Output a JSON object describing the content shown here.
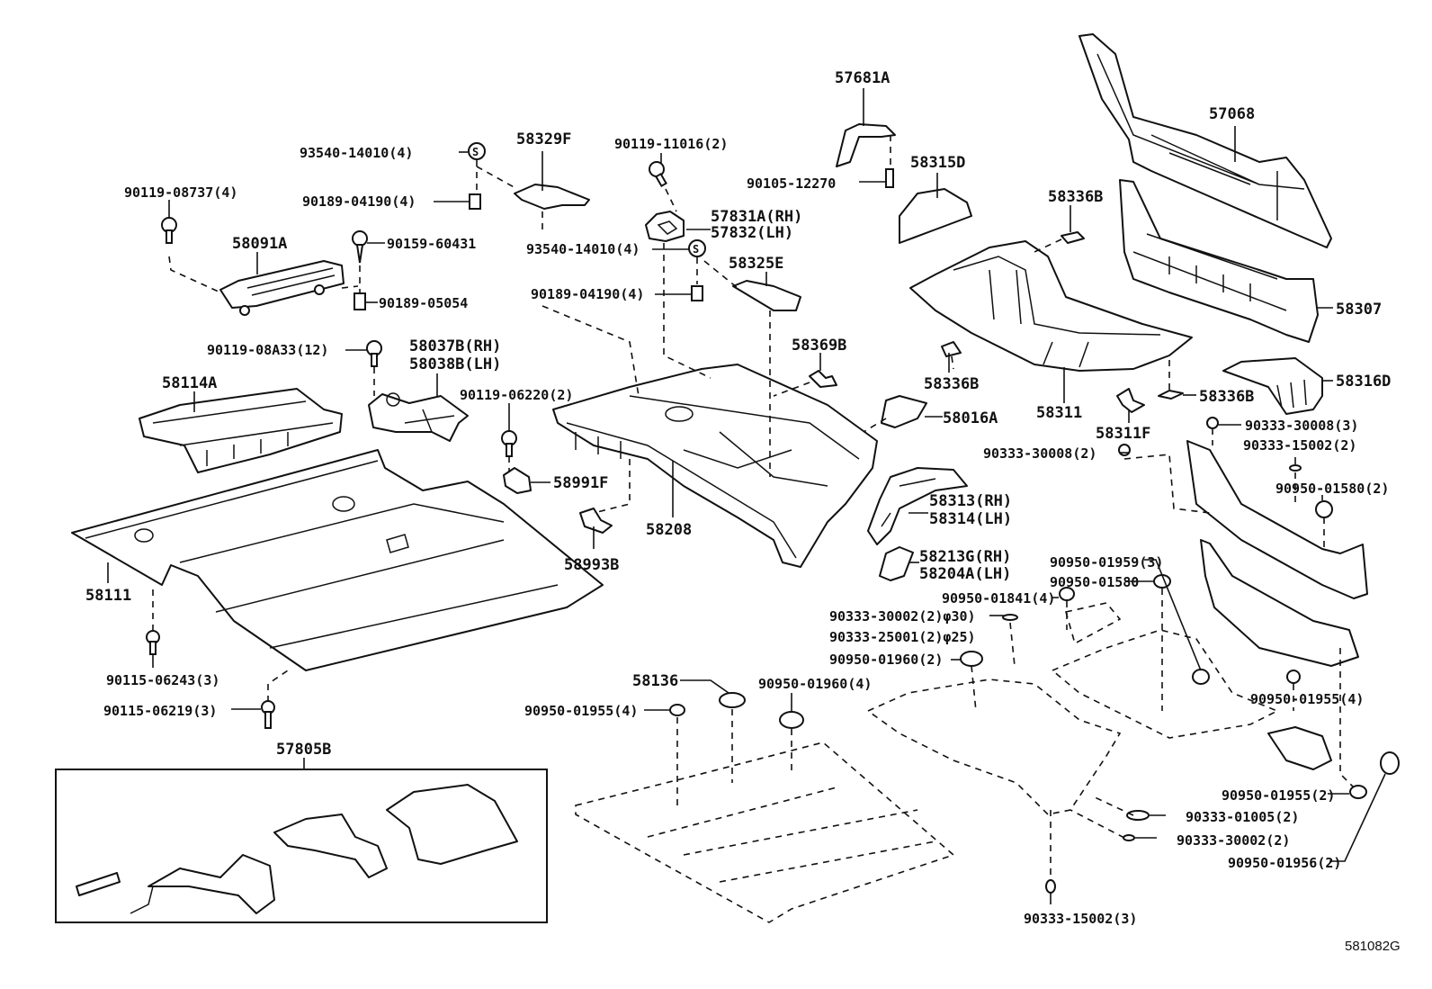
{
  "diagram": {
    "type": "exploded parts diagram",
    "subject": "floor pan and rear floor parts",
    "figure_code": "581082G"
  },
  "labels": {
    "p90119_08737": "90119-08737(4)",
    "p93540_14010_a": "93540-14010(4)",
    "p90189_04190_a": "90189-04190(4)",
    "p58329F": "58329F",
    "p90119_11016": "90119-11016(2)",
    "p57681A": "57681A",
    "p90105_12270": "90105-12270",
    "p58315D": "58315D",
    "p57068": "57068",
    "p58091A": "58091A",
    "p90159_60431": "90159-60431",
    "p90189_05054": "90189-05054",
    "p57831A": "57831A(RH)",
    "p57832": "57832(LH)",
    "p93540_14010_b": "93540-14010(4)",
    "p58325E": "58325E",
    "p90189_04190_b": "90189-04190(4)",
    "p58336B_a": "58336B",
    "p58307": "58307",
    "p90119_08A33": "90119-08A33(12)",
    "p58037B": "58037B(RH)",
    "p58038B": "58038B(LH)",
    "p58369B": "58369B",
    "p58114A": "58114A",
    "p90119_06220": "90119-06220(2)",
    "p58336B_b": "58336B",
    "p58311": "58311",
    "p58336B_c": "58336B",
    "p58316D": "58316D",
    "p58016A": "58016A",
    "p58311F": "58311F",
    "p90333_30008_3": "90333-30008(3)",
    "p90333_30008_2": "90333-30008(2)",
    "p90333_15002_2": "90333-15002(2)",
    "p58991F": "58991F",
    "p58208": "58208",
    "p58313": "58313(RH)",
    "p58314": "58314(LH)",
    "p90950_01580_2": "90950-01580(2)",
    "p58993B": "58993B",
    "p58213G": "58213G(RH)",
    "p58204A": "58204A(LH)",
    "p90950_01959": "90950-01959(3)",
    "p90950_01580": "90950-01580",
    "p58111": "58111",
    "p90950_01841": "90950-01841(4)",
    "p90333_30002_phi30": "90333-30002(2)φ30)",
    "p90333_25001": "90333-25001(2)φ25)",
    "p90950_01960_2": "90950-01960(2)",
    "p90115_06243": "90115-06243(3)",
    "p58136": "58136",
    "p90950_01960_4": "90950-01960(4)",
    "p90115_06219": "90115-06219(3)",
    "p90950_01955_4a": "90950-01955(4)",
    "p90950_01955_4b": "90950-01955(4)",
    "p57805B": "57805B",
    "p90950_01955_2": "90950-01955(2)",
    "p90333_01005": "90333-01005(2)",
    "p90333_30002_2": "90333-30002(2)",
    "p90950_01956": "90950-01956(2)",
    "p90333_15002_3": "90333-15002(3)"
  }
}
